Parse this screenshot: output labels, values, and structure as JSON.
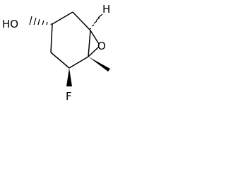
{
  "molecule": {
    "atoms": {
      "hydroxyl": "HO",
      "epoxide_oxygen": "O",
      "fluorine": "F",
      "hydrogen": "H"
    },
    "colors": {
      "bond": "#000000",
      "label": "#000000",
      "background": "#ffffff"
    }
  }
}
